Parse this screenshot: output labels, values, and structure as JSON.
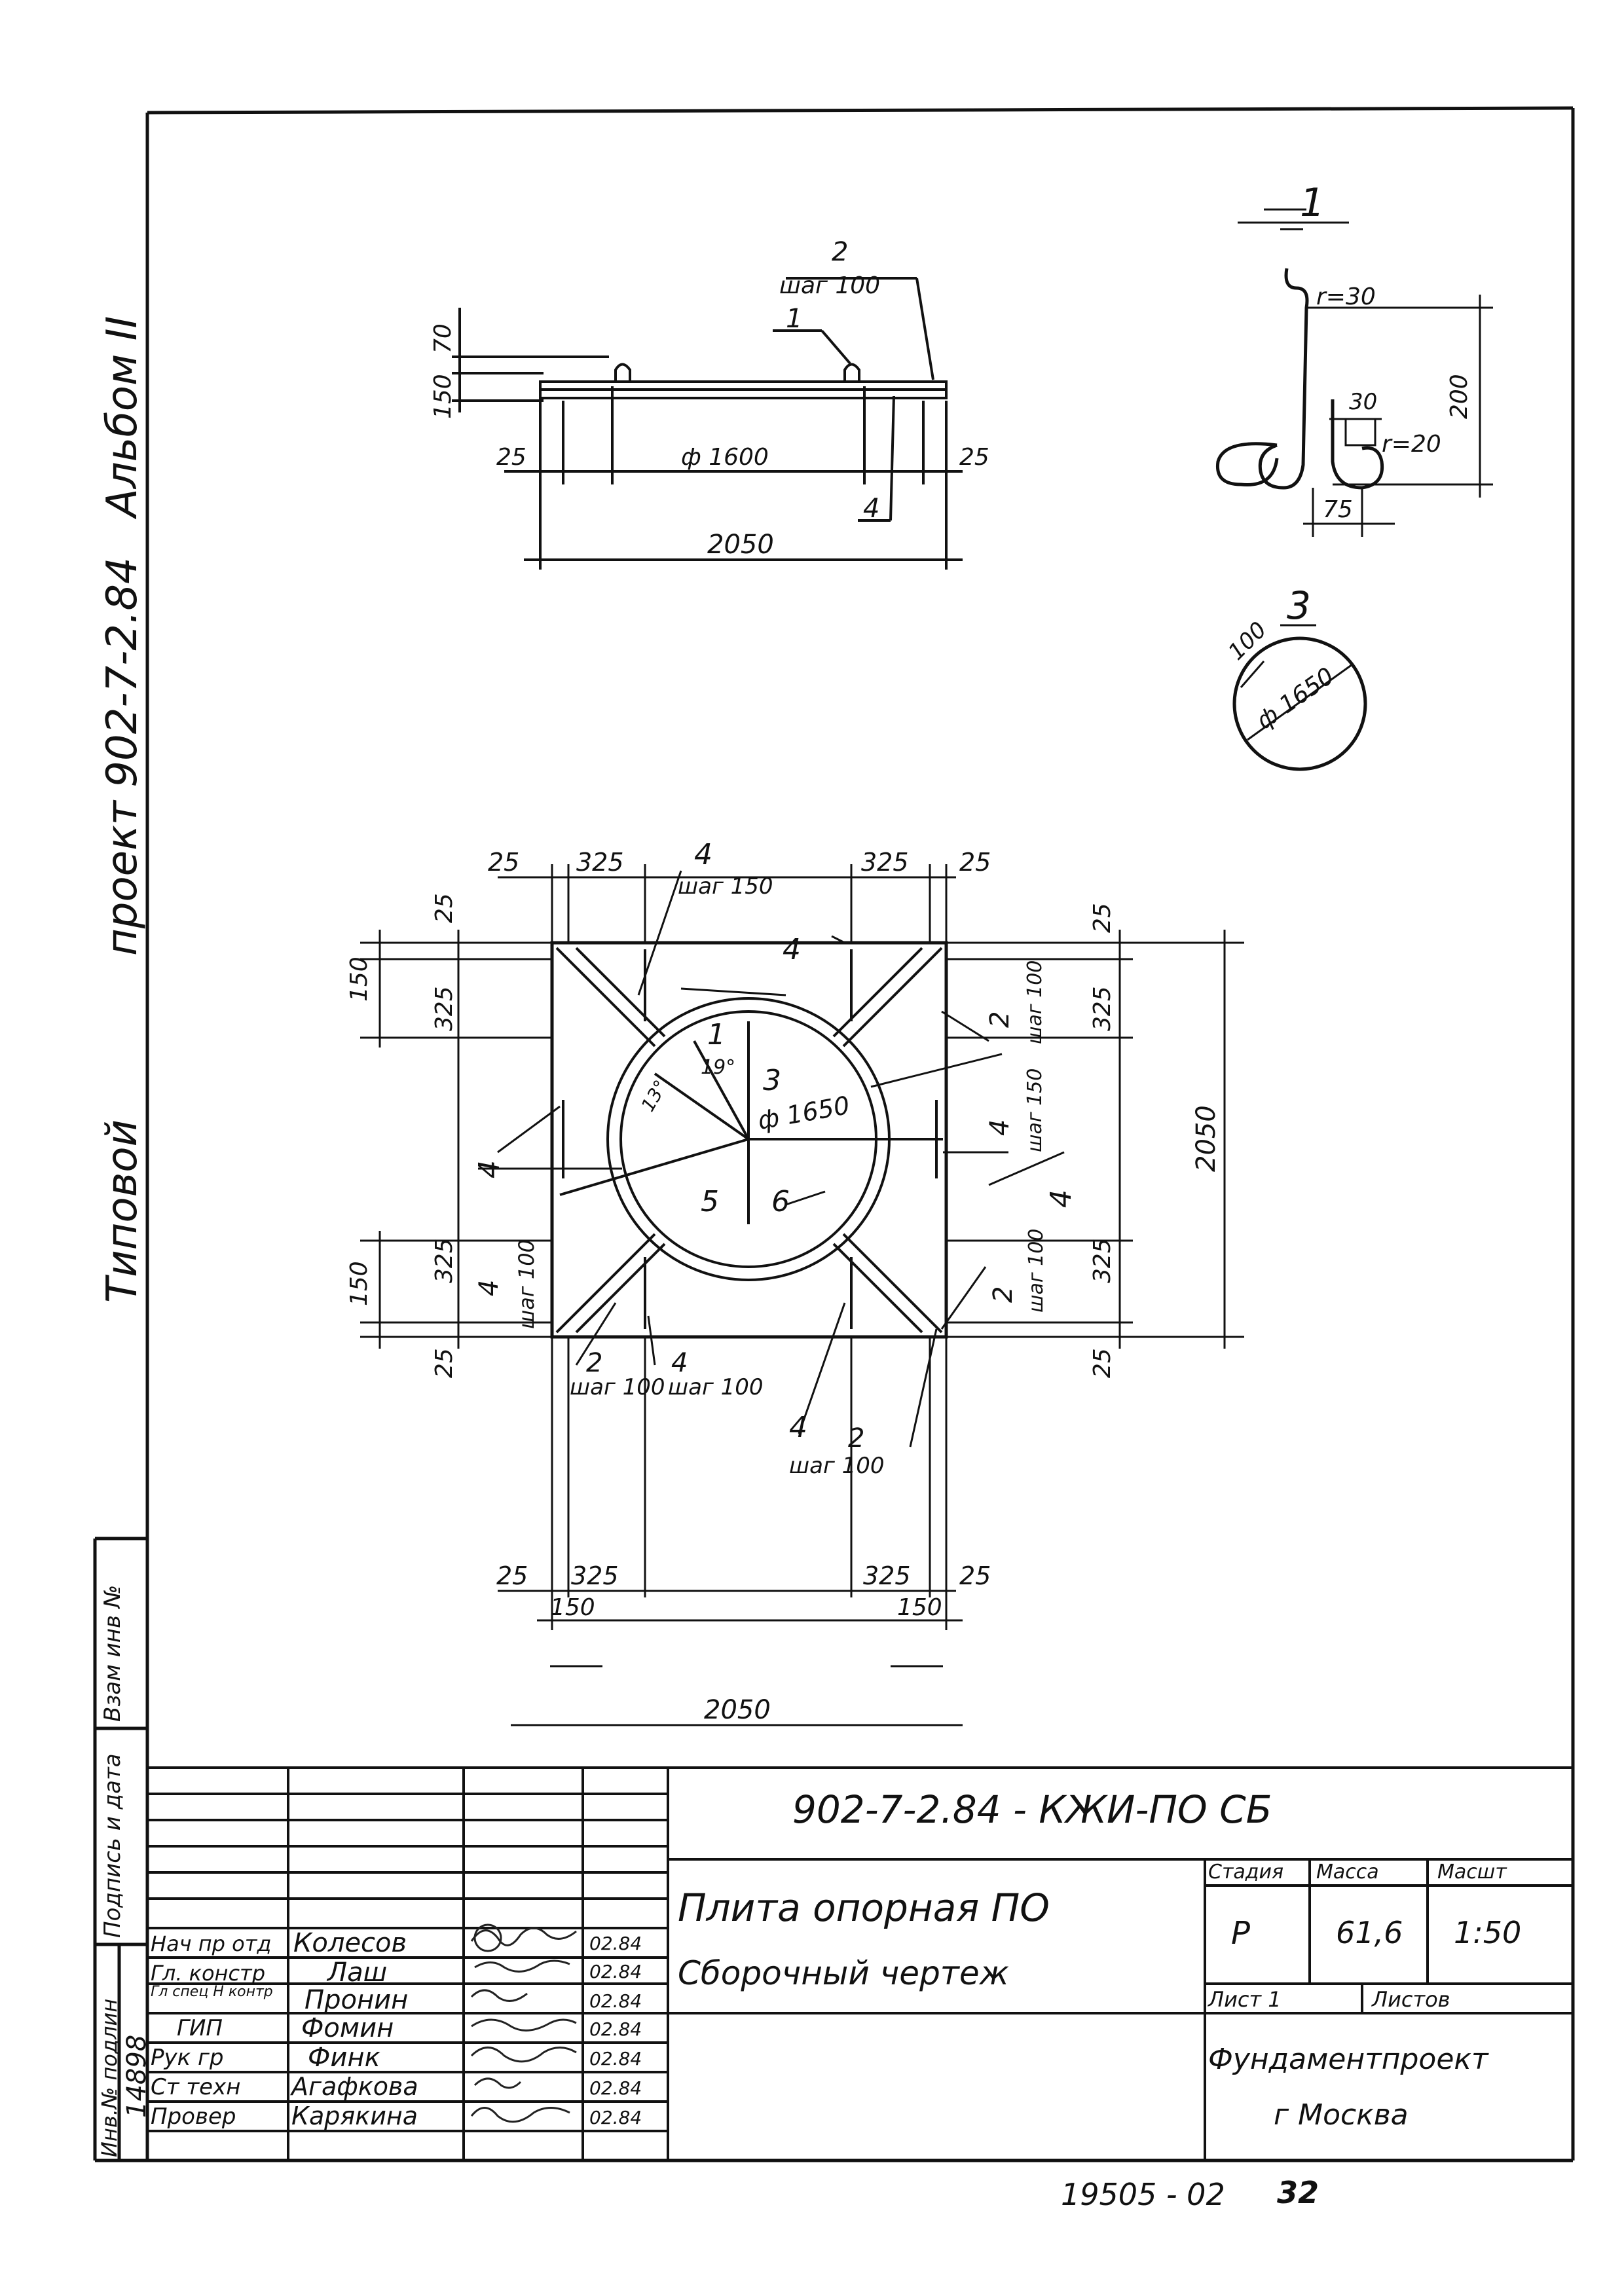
{
  "margin": {
    "series": "Типовой",
    "project": "проект 902-7-2.84",
    "album": "Альбом II"
  },
  "side_stamp": {
    "vzam_inv": "Взам инв №",
    "podpis_data": "Подпись и дата",
    "inv_podl": "Инв.№ подлин",
    "inv_number": "14898"
  },
  "details": {
    "section": {
      "pos2": "2",
      "pos2_step": "шаг 100",
      "pos1": "1",
      "pos4": "4",
      "dim_70": "70",
      "dim_150": "150",
      "dim_25_left": "25",
      "dim_25_right": "25",
      "dim_d1600": "ф 1600",
      "dim_2050": "2050"
    },
    "detail1": {
      "title": "1",
      "r30": "r=30",
      "r20": "r=20",
      "dim_30": "30",
      "dim_200": "200",
      "dim_75": "75"
    },
    "detail3": {
      "title": "3",
      "dim_100": "100",
      "dim_d1650": "ф 1650"
    }
  },
  "plan": {
    "top_25a": "25",
    "top_325a": "325",
    "top_325b": "325",
    "top_25b": "25",
    "top_pos4": "4",
    "top_pos4_step": "шаг 150",
    "top_right_pos4": "4",
    "left_25": "25",
    "left_150": "150",
    "left_325": "325",
    "left_pos4": "4",
    "left_mid_pos4": "4",
    "left_mid_step": "шаг 100",
    "left_150b": "150",
    "left_325b": "325",
    "left_25b": "25",
    "right_25": "25",
    "right_325": "325",
    "right_2050": "2050",
    "right_325b": "325",
    "right_25b": "25",
    "right_pos2": "2",
    "right_pos2_step": "шаг 100",
    "right_mid_pos4": "4",
    "right_mid_step": "шаг 150",
    "right_pos4": "4",
    "right_low_pos2": "2",
    "right_low_step": "шаг 100",
    "center_pos1": "1",
    "center_pos3": "3",
    "center_d1650": "ф 1650",
    "center_pos5": "5",
    "center_pos6": "6",
    "angle_19": "19°",
    "angle_13": "13°",
    "bot_pos2": "2",
    "bot_pos2_step": "шаг 100",
    "bot_pos4": "4",
    "bot_pos4_step": "шаг 100",
    "bot_pos4b": "4",
    "bot_pos2b": "2",
    "bot_pos2b_step": "шаг 100",
    "bot_25a": "25",
    "bot_325a": "325",
    "bot_325b": "325",
    "bot_25b": "25",
    "bot_150a": "150",
    "bot_150b": "150",
    "bot_2050": "2050"
  },
  "title_block": {
    "doc_code": "902-7-2.84 - КЖИ-ПО СБ",
    "title": "Плита опорная ПО",
    "subtitle": "Сборочный чертеж",
    "stage_label": "Стадия",
    "mass_label": "Масса",
    "scale_label": "Масшт",
    "stage": "Р",
    "mass": "61,6",
    "scale": "1:50",
    "sheet_label": "Лист 1",
    "sheets_label": "Листов",
    "org": "Фундаментпроект",
    "city": "г Москва",
    "rows": [
      {
        "role": "Нач пр отд",
        "name": "Колесов",
        "date": "02.84"
      },
      {
        "role": "Гл. констр",
        "name": "Лаш",
        "date": "02.84"
      },
      {
        "role": "Гл спец Н контр",
        "name": "Пронин",
        "date": "02.84"
      },
      {
        "role": "ГИП",
        "name": "Фомин",
        "date": "02.84"
      },
      {
        "role": "Рук гр",
        "name": "Финк",
        "date": "02.84"
      },
      {
        "role": "Ст техн",
        "name": "Агафкова",
        "date": "02.84"
      },
      {
        "role": "Провер",
        "name": "Карякина",
        "date": "02.84"
      }
    ]
  },
  "footer": {
    "archive": "19505 - 02",
    "page": "32"
  }
}
